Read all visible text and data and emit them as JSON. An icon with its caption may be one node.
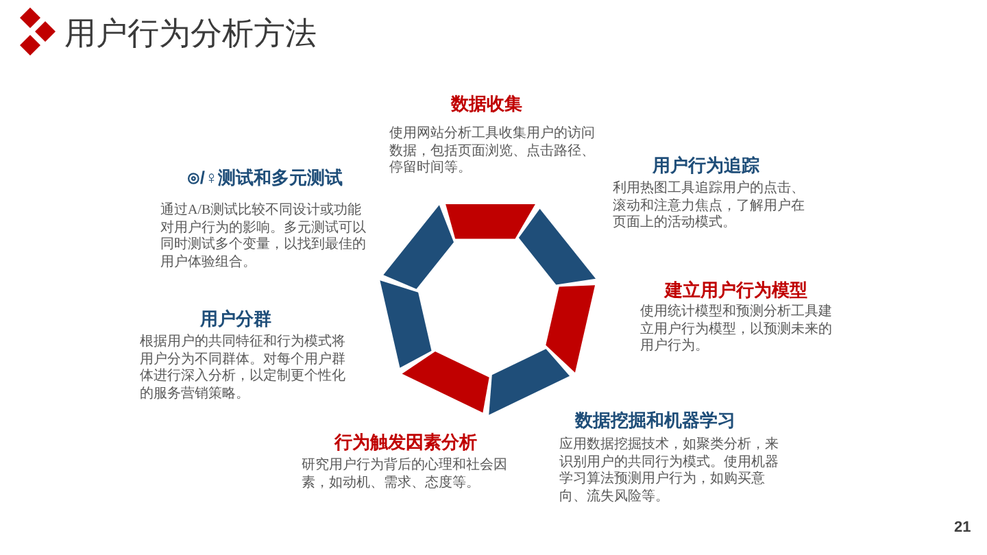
{
  "diagram": {
    "title": "用户行为分析方法",
    "labels": [
      "数据收集",
      "使用网站分析工具收集用户的访问数据，包括页面浏览、点击路径、停留时间等。",
      "用户行为追踪",
      "利用热图工具追踪用户的点击、滚动和注意力焦点，了解用户在页面上的活动模式。",
      "⊙/♀测试和多元测试",
      "通过A/B测试比较不同设计或功能对用户行为的影响。多元测试可以同时测试多个变量，以找到最佳的用户体验组合。",
      "建立用户行为模型",
      "使用统计模型和预测分析工具建立用户行为模型，以预测未来的用户行为。",
      "用户分群",
      "根据用户的共同特征和行为模式将用户分为不同群体。对每个用户群体进行深入分析，以定制更个性化的服务营销策略。",
      "数据挖掘和机器学习",
      "应用数据挖掘技术，如聚类分析，来识别用户的共同行为模式。使用机器学习算法预测用户行为，如购买意向、流失风险等。",
      "行为触发因素分析",
      "研究用户行为背后的心理和社会因素，如动机、需求、态度等。",
      "21"
    ]
  }
}
